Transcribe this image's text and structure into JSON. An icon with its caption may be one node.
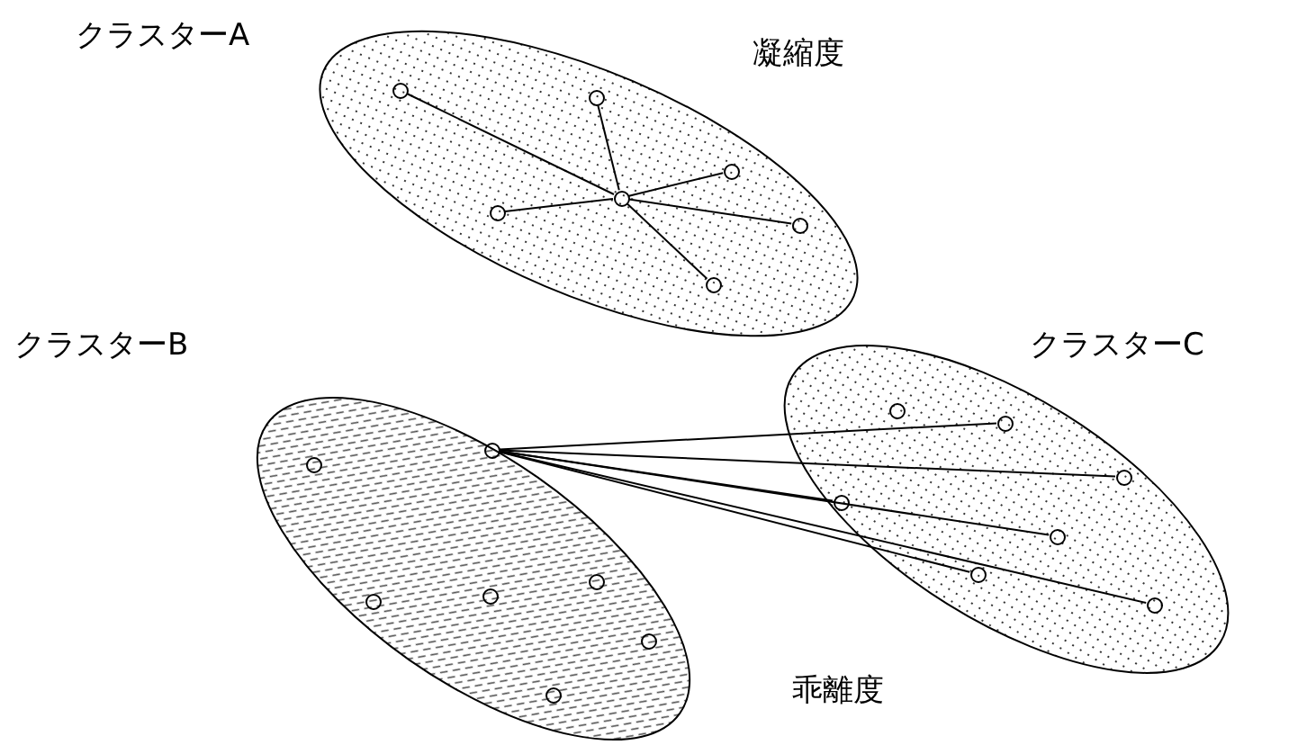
{
  "diagram": {
    "nodes": [
      {
        "text": [
          "クラスターA"
        ]
      },
      {
        "text": [],
        "shape": "circle",
        "in": 0
      },
      {
        "text": [],
        "shape": "circle",
        "in": 0
      },
      {
        "text": [],
        "shape": "circle",
        "in": 0
      },
      {
        "text": [],
        "shape": "circle",
        "in": 0
      },
      {
        "text": [],
        "shape": "circle",
        "in": 0
      },
      {
        "text": [],
        "shape": "circle",
        "in": 0
      },
      {
        "text": [],
        "shape": "circle",
        "in": 0
      },
      {
        "text": [
          "クラスターB"
        ]
      },
      {
        "text": [],
        "shape": "circle",
        "in": 8
      },
      {
        "text": [],
        "shape": "circle",
        "in": 8
      },
      {
        "text": [],
        "shape": "circle",
        "in": 8
      },
      {
        "text": [],
        "shape": "circle",
        "in": 8
      },
      {
        "text": [],
        "shape": "circle",
        "in": 8
      },
      {
        "text": [],
        "shape": "circle",
        "in": 8
      },
      {
        "text": [],
        "shape": "circle",
        "in": 8
      },
      {
        "text": [
          "クラスターC"
        ]
      },
      {
        "text": [],
        "shape": "circle",
        "in": 16
      },
      {
        "text": [],
        "shape": "circle",
        "in": 16
      },
      {
        "text": [],
        "shape": "circle",
        "in": 16
      },
      {
        "text": [],
        "shape": "circle",
        "in": 16
      },
      {
        "text": [],
        "shape": "circle",
        "in": 16
      },
      {
        "text": [],
        "shape": "circle",
        "in": 16
      },
      {
        "text": [],
        "shape": "circle",
        "in": 16
      }
    ],
    "edges": [
      {
        "from": 1,
        "to": 2,
        "arrow": "none"
      },
      {
        "from": 1,
        "to": 3,
        "arrow": "none"
      },
      {
        "from": 1,
        "to": 4,
        "arrow": "none"
      },
      {
        "from": 1,
        "to": 5,
        "arrow": "none"
      },
      {
        "from": 1,
        "to": 6,
        "arrow": "none"
      },
      {
        "from": 1,
        "to": 7,
        "arrow": "none"
      },
      {
        "from": 9,
        "to": 18,
        "arrow": "none"
      },
      {
        "from": 9,
        "to": 19,
        "arrow": "none"
      },
      {
        "from": 9,
        "to": 20,
        "arrow": "none"
      },
      {
        "from": 9,
        "to": 21,
        "arrow": "none"
      },
      {
        "from": 9,
        "to": 22,
        "arrow": "none"
      },
      {
        "from": 9,
        "to": 23,
        "arrow": "none"
      }
    ],
    "labels": [
      "凝縮度",
      "乖離度"
    ]
  }
}
